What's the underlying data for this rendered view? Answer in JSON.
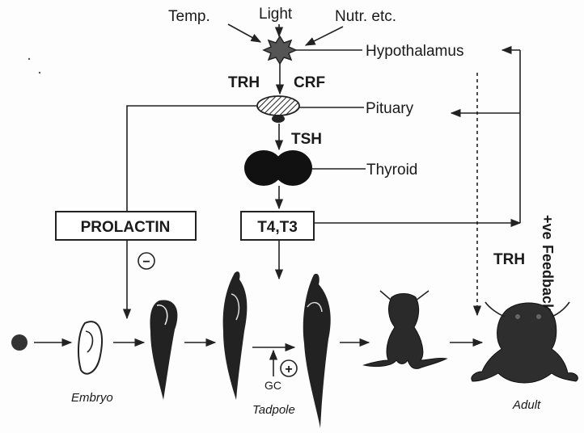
{
  "inputs": {
    "temp": "Temp.",
    "light": "Light",
    "nutr": "Nutr. etc."
  },
  "organs": {
    "hypothalamus": "Hypothalamus",
    "pituitary": "Pituary",
    "thyroid": "Thyroid"
  },
  "hormones": {
    "trh": "TRH",
    "crf": "CRF",
    "tsh": "TSH",
    "prolactin": "PROLACTIN",
    "t4t3": "T4,T3",
    "trh_adult": "TRH",
    "gc": "GC"
  },
  "signs": {
    "inhibit": "−",
    "promote": "+"
  },
  "feedback": {
    "sign": "+ve",
    "word": "Feedback"
  },
  "stages": {
    "embryo": "Embryo",
    "tadpole": "Tadpole",
    "adult": "Adult"
  }
}
